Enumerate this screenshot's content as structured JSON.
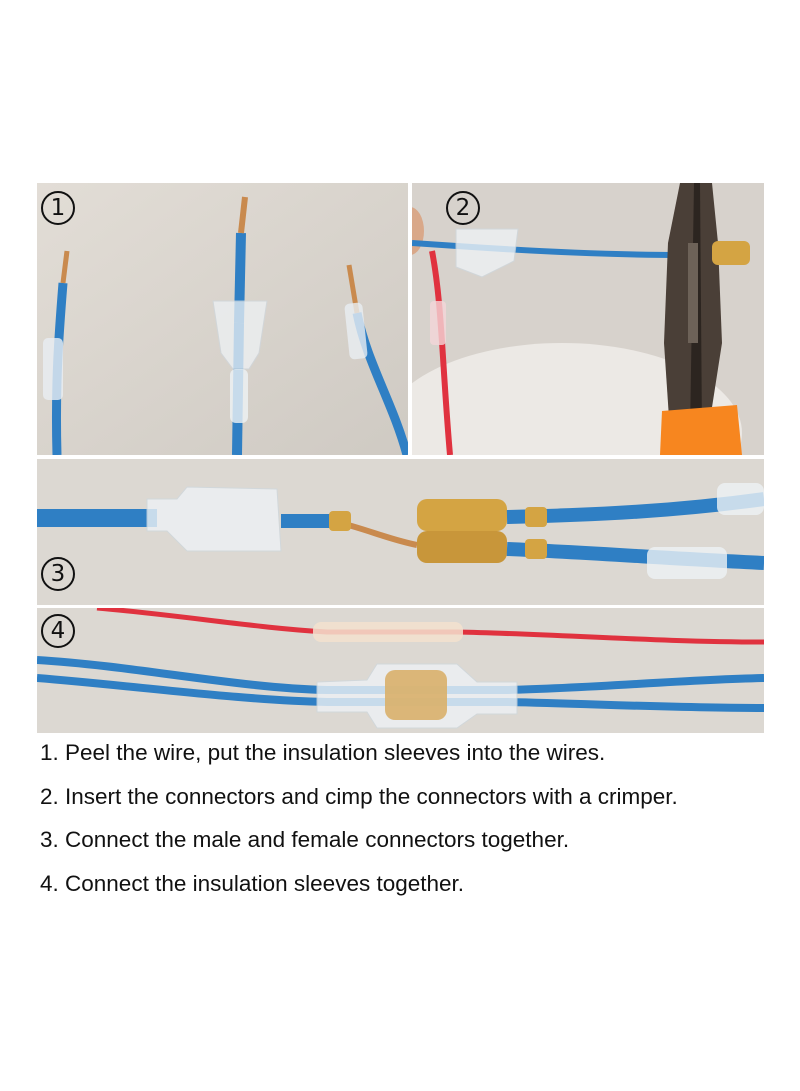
{
  "panels": [
    {
      "number": "1"
    },
    {
      "number": "2"
    },
    {
      "number": "3"
    },
    {
      "number": "4"
    }
  ],
  "steps": [
    "1. Peel the wire, put the insulation sleeves into the wires.",
    "2. Insert the connectors and cimp the connectors with a crimper.",
    "3. Connect the male and female connectors together.",
    "4. Connect the insulation sleeves together."
  ],
  "colors": {
    "wire_blue": "#2f7fc4",
    "wire_red": "#e0323f",
    "brass": "#d4a443",
    "copper": "#c98a4e",
    "tool_orange": "#f7861f",
    "background": "#dcd8d2"
  }
}
